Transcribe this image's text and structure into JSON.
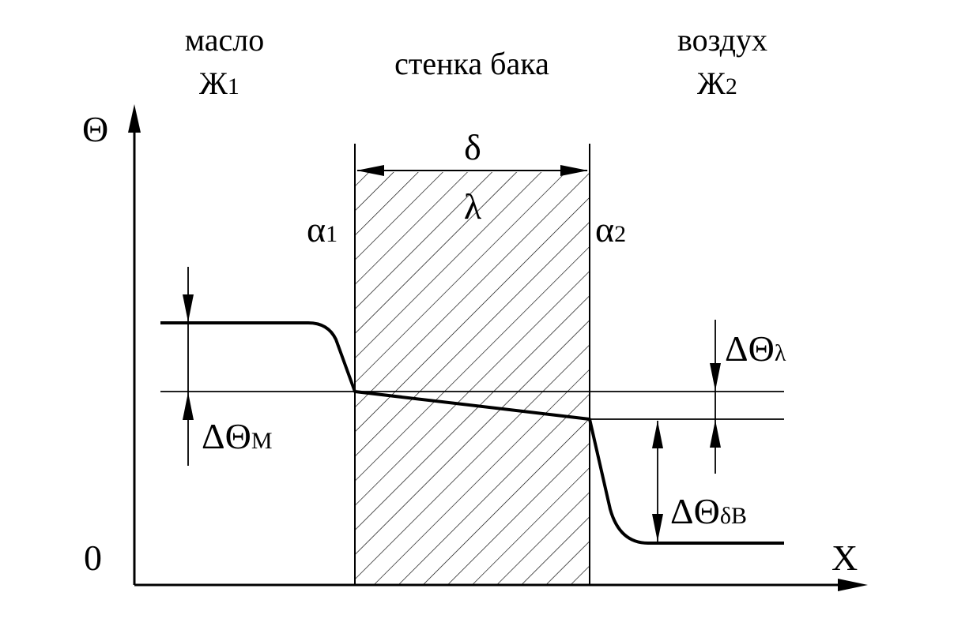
{
  "regions": {
    "oil": {
      "name": "масло",
      "id_main": "Ж",
      "id_sub": "1"
    },
    "wall": {
      "name": "стенка бака"
    },
    "air": {
      "name": "воздух",
      "id_main": "Ж",
      "id_sub": "2"
    }
  },
  "axes": {
    "y_label": "Θ",
    "x_label": "X",
    "origin": "0"
  },
  "wall_labels": {
    "thickness": "δ",
    "conductivity": "λ"
  },
  "coefficients": {
    "alpha1": {
      "main": "α",
      "sub": "1"
    },
    "alpha2": {
      "main": "α",
      "sub": "2"
    }
  },
  "drops": {
    "oil": {
      "main": "ΔΘ",
      "sub": "М"
    },
    "wall": {
      "main": "ΔΘ",
      "sub": "λ"
    },
    "air": {
      "main": "ΔΘ",
      "sub": "δВ"
    }
  }
}
